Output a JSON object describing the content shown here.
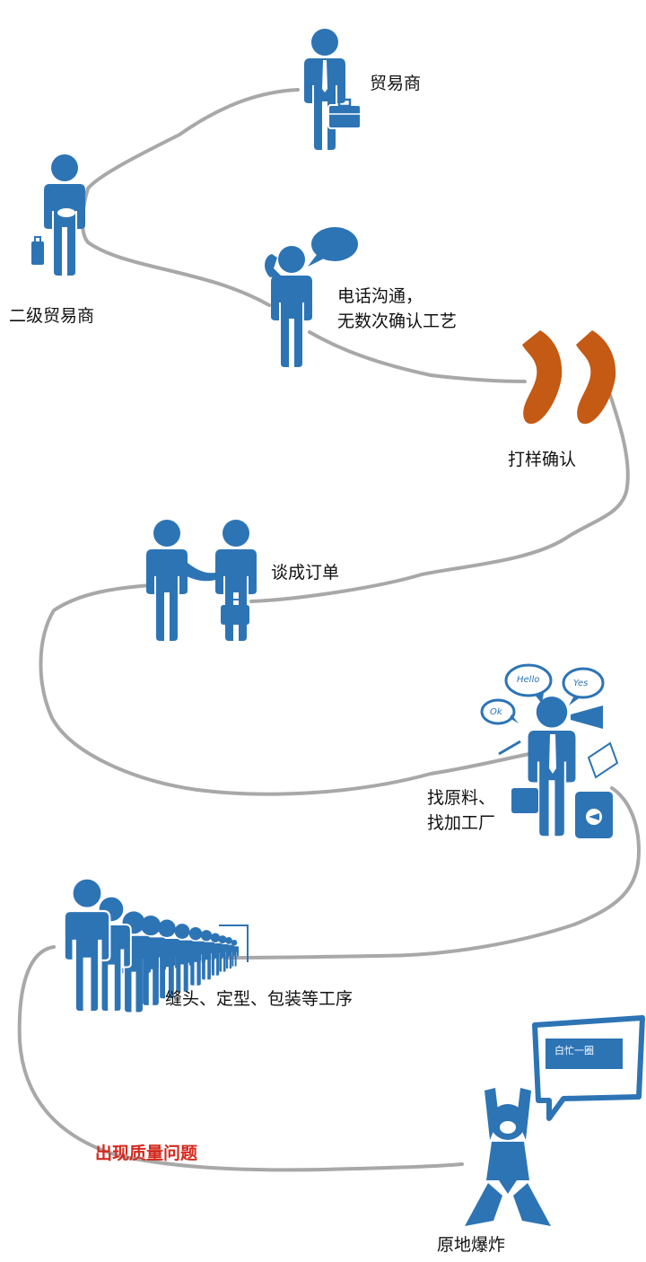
{
  "colors": {
    "figure": "#2d74b5",
    "path": "#a8a8a8",
    "sample": "#c45a14",
    "alert_text": "#d42a1f",
    "text": "#111111"
  },
  "steps": [
    {
      "id": "trader",
      "label": "贸易商",
      "icon": "businessman-with-briefcase-icon"
    },
    {
      "id": "sub_trader",
      "label": "二级贸易商",
      "icon": "second-level-trader-icon"
    },
    {
      "id": "phone",
      "label_lines": [
        "电话沟通，",
        "无数次确认工艺"
      ],
      "icon": "phone-call-icon"
    },
    {
      "id": "sample",
      "label": "打样确认",
      "icon": "sock-samples-icon"
    },
    {
      "id": "deal",
      "label": "谈成订单",
      "icon": "handshake-icon"
    },
    {
      "id": "sourcing",
      "label_lines": [
        "找原料、",
        "找加工厂"
      ],
      "icon": "busy-multitasker-icon",
      "bubbles": [
        "Hello",
        "Yes",
        "Ok"
      ]
    },
    {
      "id": "production",
      "label": "缝头、定型、包装等工序",
      "icon": "worker-queue-icon"
    },
    {
      "id": "quality",
      "label": "出现质量问题"
    },
    {
      "id": "explode",
      "label": "原地爆炸",
      "icon": "despair-figure-icon",
      "sign": "白忙一圈"
    }
  ]
}
